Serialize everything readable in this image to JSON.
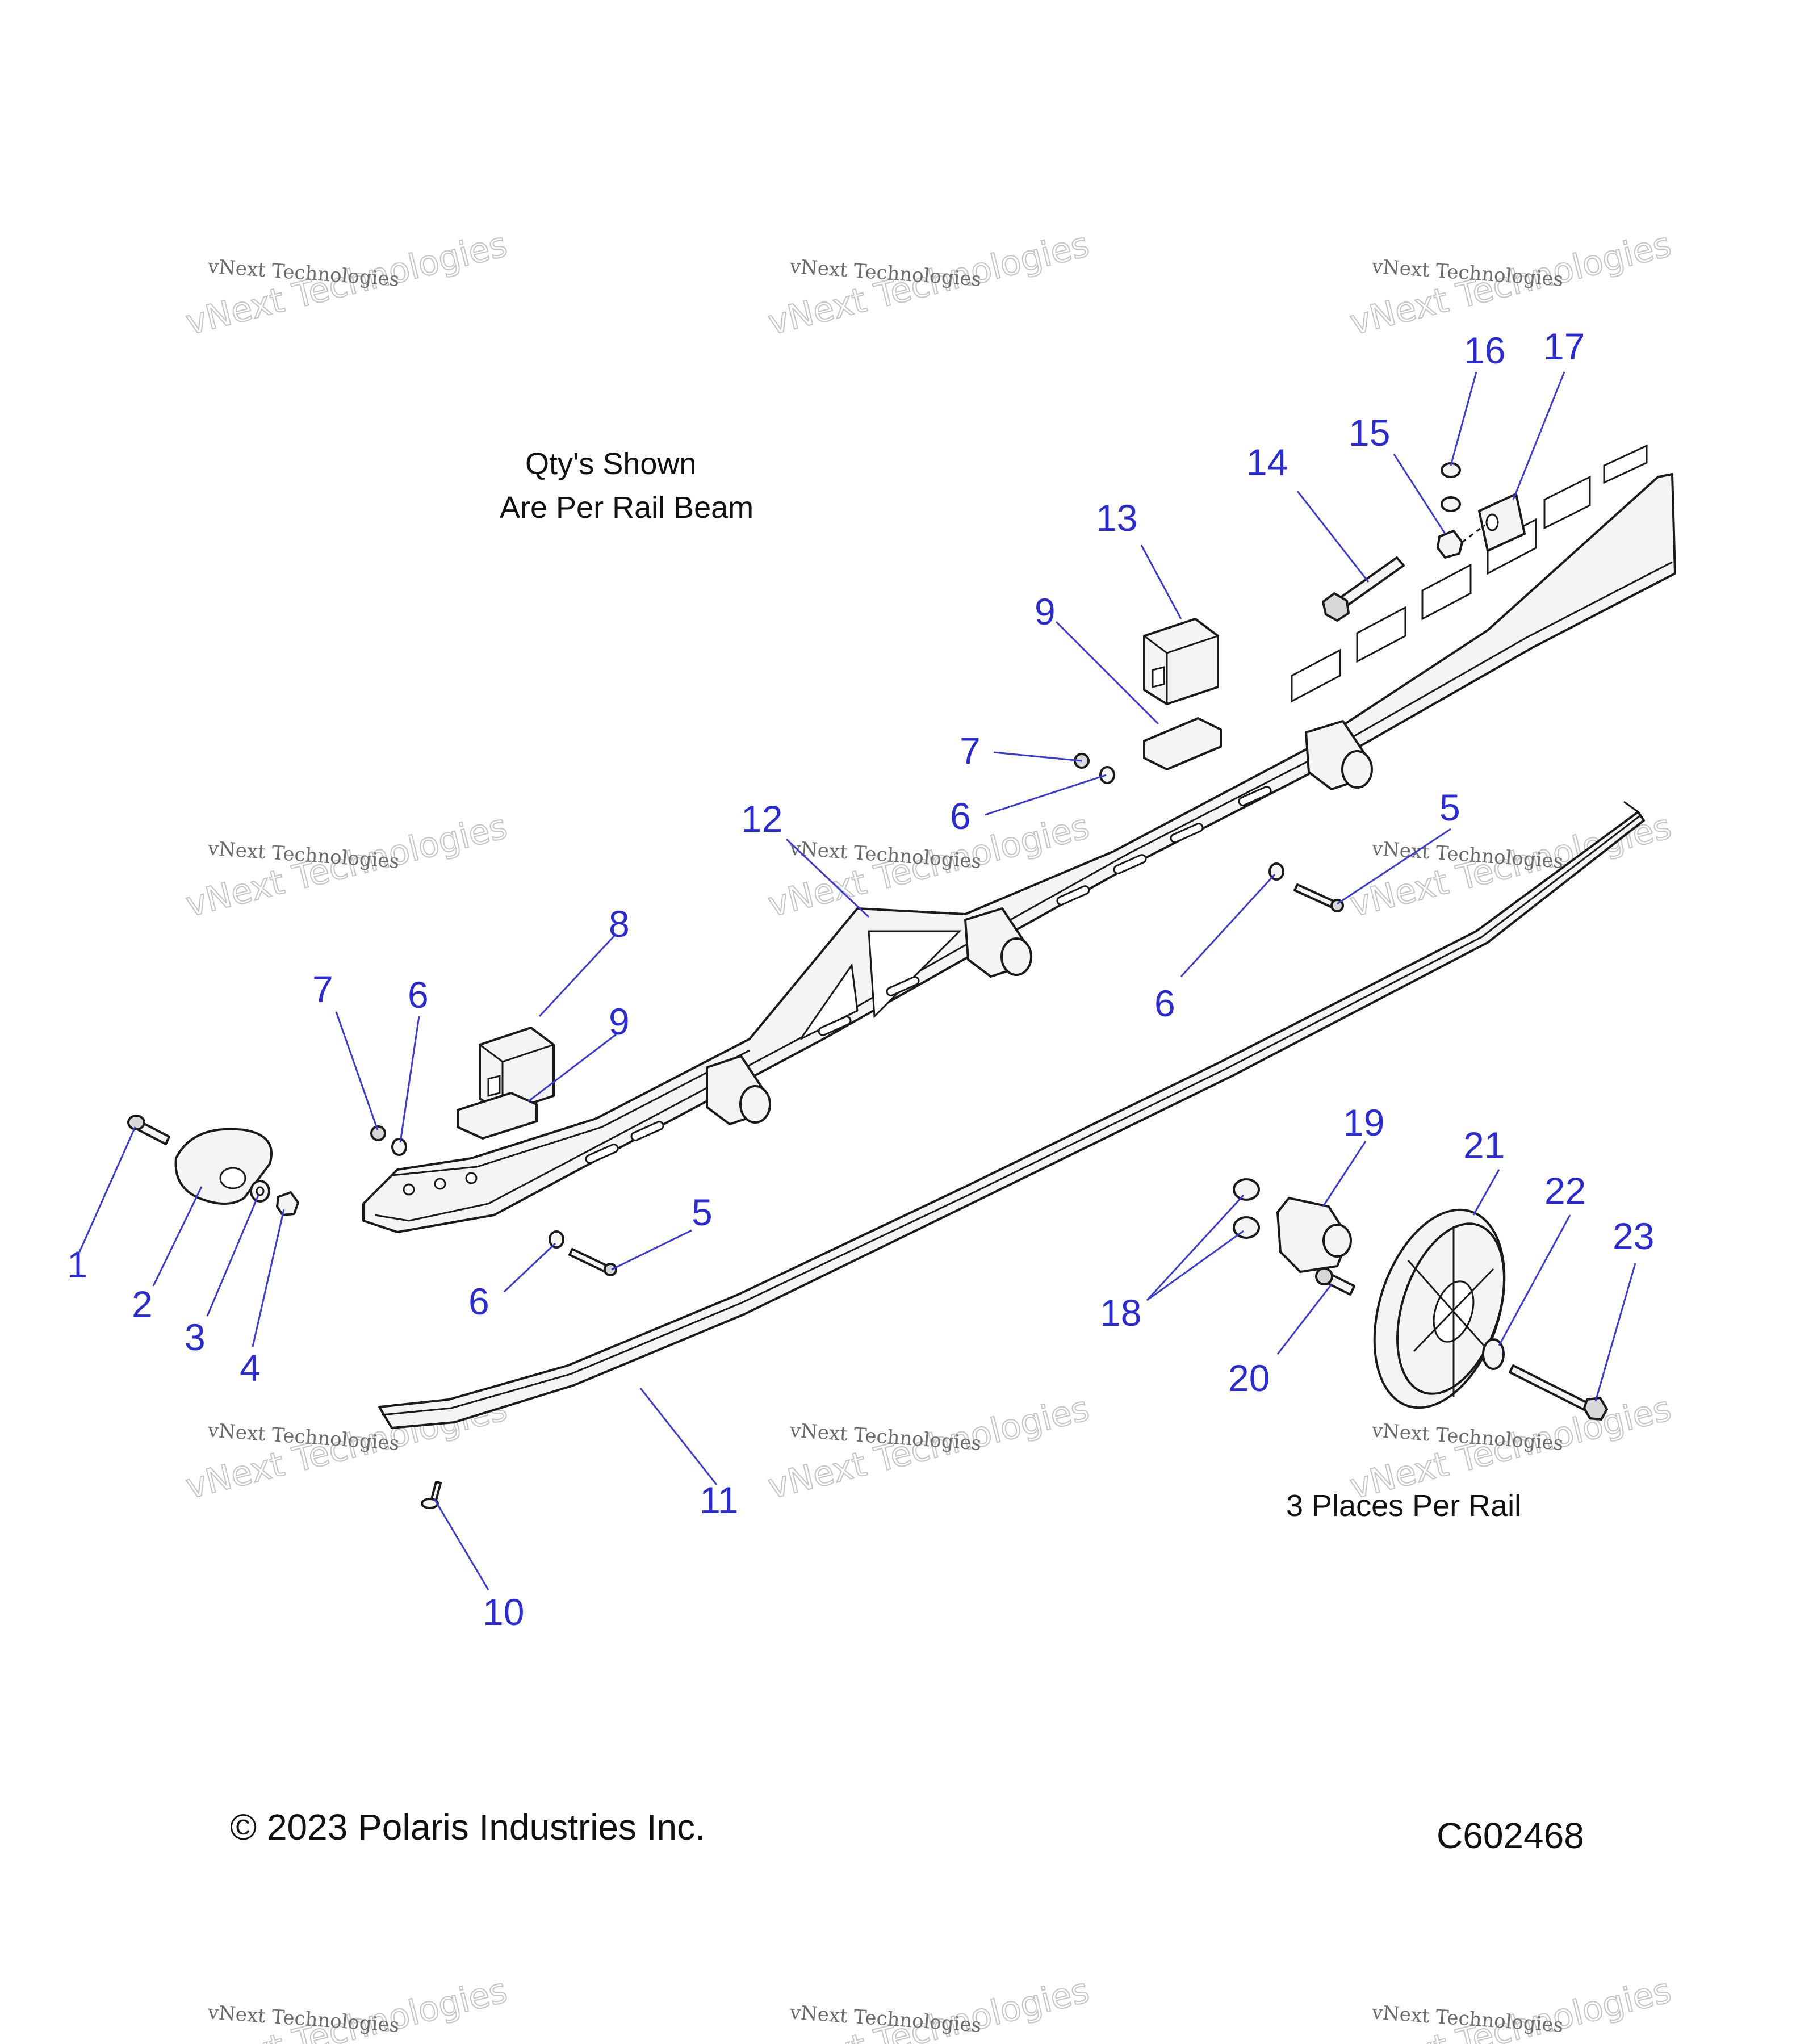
{
  "notes": {
    "qty_line1": "Qty's Shown",
    "qty_line2": "Are Per Rail Beam",
    "places": "3 Places Per Rail"
  },
  "footer": {
    "copyright": "© 2023 Polaris Industries Inc.",
    "code": "C602468"
  },
  "watermark": {
    "line1": "vNext Technologies",
    "line2": "vNext Technologies"
  },
  "callouts": [
    {
      "id": "c1",
      "label": "1"
    },
    {
      "id": "c2",
      "label": "2"
    },
    {
      "id": "c3",
      "label": "3"
    },
    {
      "id": "c4",
      "label": "4"
    },
    {
      "id": "c5a",
      "label": "5"
    },
    {
      "id": "c5b",
      "label": "5"
    },
    {
      "id": "c6a",
      "label": "6"
    },
    {
      "id": "c6b",
      "label": "6"
    },
    {
      "id": "c6c",
      "label": "6"
    },
    {
      "id": "c6d",
      "label": "6"
    },
    {
      "id": "c7a",
      "label": "7"
    },
    {
      "id": "c7b",
      "label": "7"
    },
    {
      "id": "c8",
      "label": "8"
    },
    {
      "id": "c9a",
      "label": "9"
    },
    {
      "id": "c9b",
      "label": "9"
    },
    {
      "id": "c10",
      "label": "10"
    },
    {
      "id": "c11",
      "label": "11"
    },
    {
      "id": "c12",
      "label": "12"
    },
    {
      "id": "c13",
      "label": "13"
    },
    {
      "id": "c14",
      "label": "14"
    },
    {
      "id": "c15",
      "label": "15"
    },
    {
      "id": "c16",
      "label": "16"
    },
    {
      "id": "c17",
      "label": "17"
    },
    {
      "id": "c18",
      "label": "18"
    },
    {
      "id": "c19",
      "label": "19"
    },
    {
      "id": "c20",
      "label": "20"
    },
    {
      "id": "c21",
      "label": "21"
    },
    {
      "id": "c22",
      "label": "22"
    },
    {
      "id": "c23",
      "label": "23"
    }
  ]
}
